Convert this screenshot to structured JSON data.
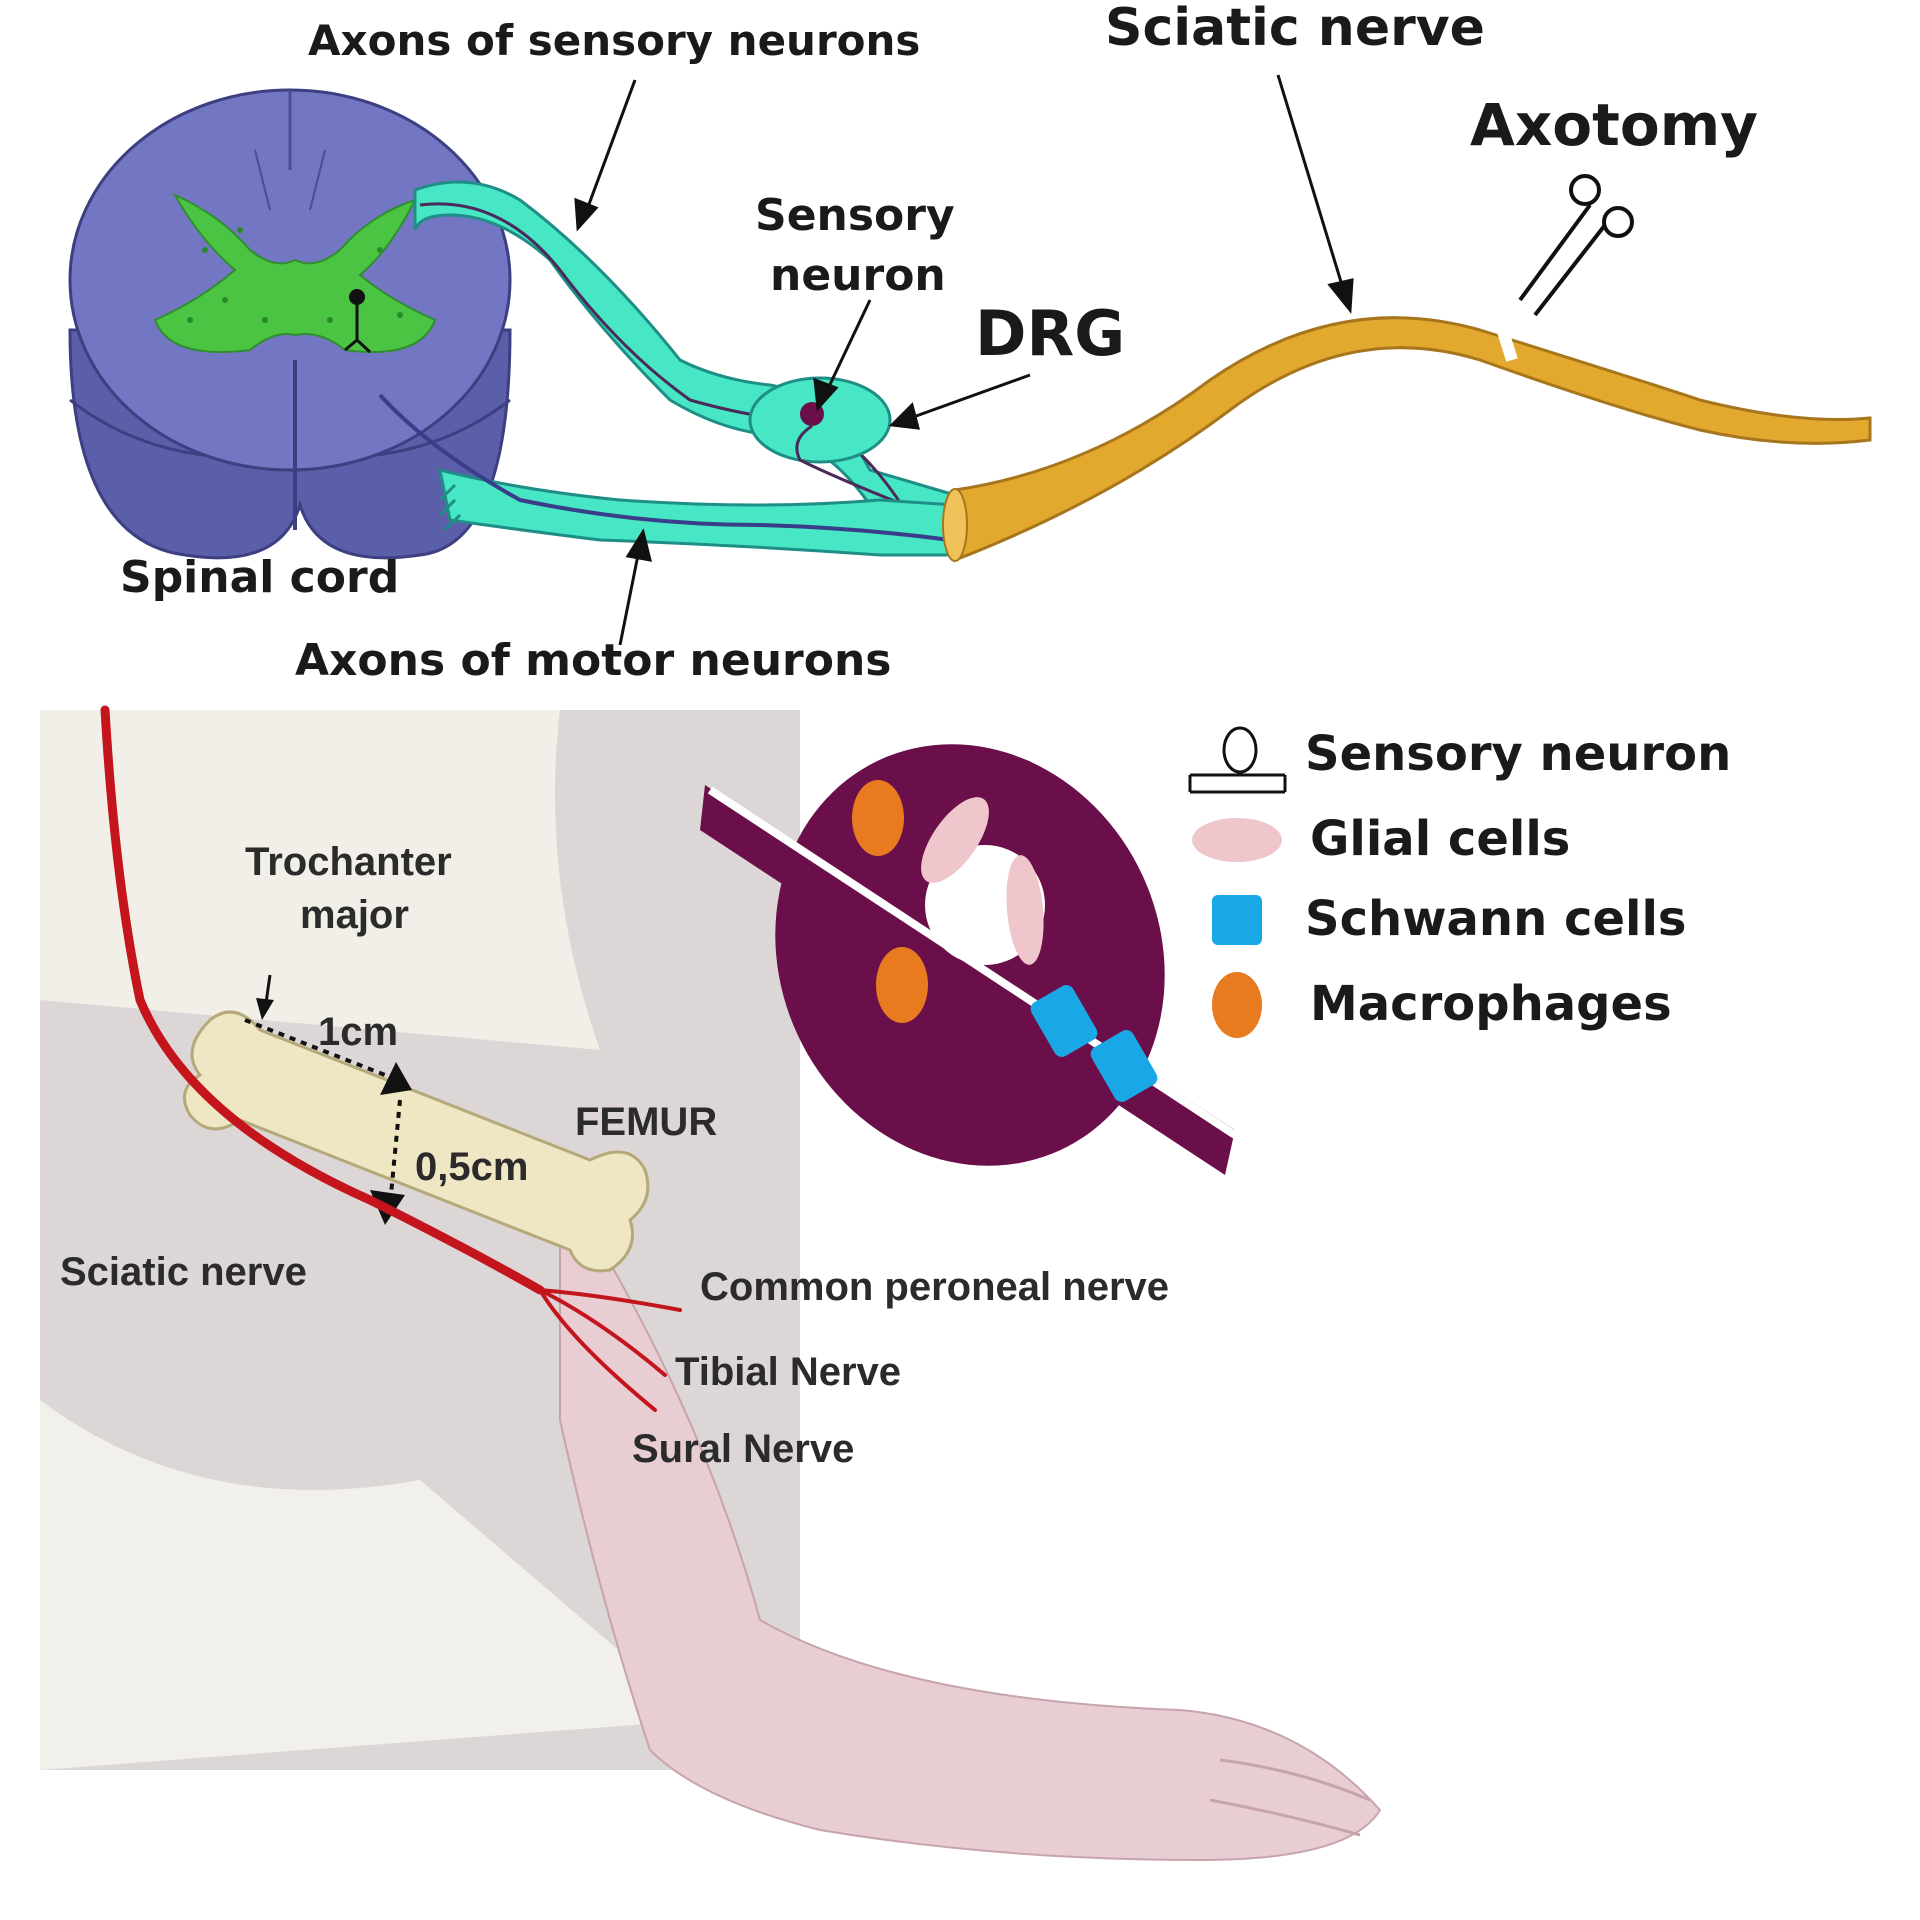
{
  "diagram": {
    "labels": {
      "axons_sensory": "Axons of sensory neurons",
      "sciatic_nerve_top": "Sciatic nerve",
      "axotomy": "Axotomy",
      "sensory_neuron": [
        "Sensory",
        "neuron"
      ],
      "drg": "DRG",
      "spinal_cord": "Spinal cord",
      "axons_motor": "Axons of motor neurons"
    },
    "anatomy": {
      "trochanter_major": [
        "Trochanter",
        "major"
      ],
      "distance_1": "1cm",
      "distance_2": "0,5cm",
      "femur": "FEMUR",
      "sciatic_nerve": "Sciatic nerve",
      "common_peroneal_nerve": "Common peroneal nerve",
      "tibial_nerve": "Tibial Nerve",
      "sural_nerve": "Sural Nerve"
    },
    "legend": [
      {
        "label": "Sensory neuron",
        "icon": "sensory-neuron-icon"
      },
      {
        "label": "Glial cells",
        "icon": "glial-cell-icon",
        "color": "#eec6cc"
      },
      {
        "label": "Schwann cells",
        "icon": "schwann-cell-icon",
        "color": "#1aa7e6"
      },
      {
        "label": "Macrophages",
        "icon": "macrophage-icon",
        "color": "#e87a20"
      }
    ],
    "colors": {
      "spinal_cord": "#6f72bd",
      "gray_matter": "#43c23f",
      "axon_bundle": "#47e6c4",
      "sciatic_nerve": "#e3a92f",
      "drg_body": "#6b0f4a",
      "nerve_red": "#c4151c"
    }
  }
}
